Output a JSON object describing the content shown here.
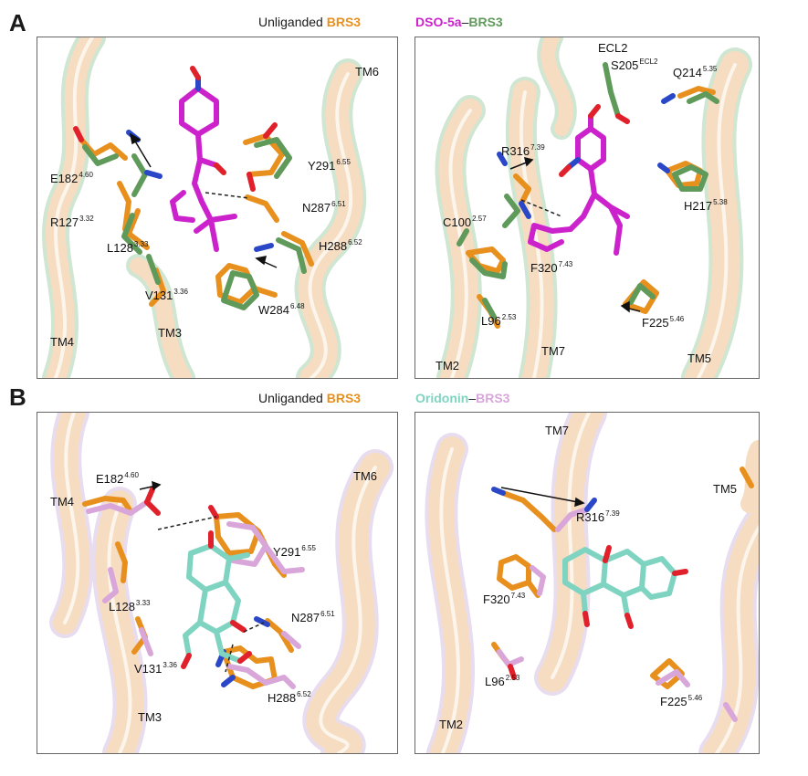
{
  "panels": {
    "A": {
      "letter": "A",
      "left": {
        "legend": {
          "part1": "Unliganded ",
          "part2": "BRS3"
        },
        "labels": {
          "tm6": {
            "text": "TM6",
            "sup": ""
          },
          "e182": {
            "text": "E182",
            "sup": "4.60"
          },
          "y291": {
            "text": "Y291",
            "sup": "6.55"
          },
          "r127": {
            "text": "R127",
            "sup": "3.32"
          },
          "n287": {
            "text": "N287",
            "sup": "6.51"
          },
          "l128": {
            "text": "L128",
            "sup": "3.33"
          },
          "h288": {
            "text": "H288",
            "sup": "6.52"
          },
          "v131": {
            "text": "V131",
            "sup": "3.36"
          },
          "w284": {
            "text": "W284",
            "sup": "6.48"
          },
          "tm4": {
            "text": "TM4",
            "sup": ""
          },
          "tm3": {
            "text": "TM3",
            "sup": ""
          }
        }
      },
      "right": {
        "legend": {
          "part1": "DSO-5a",
          "dash": "–",
          "part2": "BRS3"
        },
        "labels": {
          "ecl2": {
            "text": "ECL2",
            "sup": ""
          },
          "s205": {
            "text": "S205",
            "sup": "ECL2"
          },
          "q214": {
            "text": "Q214",
            "sup": "5.35"
          },
          "r316": {
            "text": "R316",
            "sup": "7.39"
          },
          "h217": {
            "text": "H217",
            "sup": "5.38"
          },
          "c100": {
            "text": "C100",
            "sup": "2.57"
          },
          "f320": {
            "text": "F320",
            "sup": "7.43"
          },
          "l96": {
            "text": "L96",
            "sup": "2.53"
          },
          "f225": {
            "text": "F225",
            "sup": "5.46"
          },
          "tm7": {
            "text": "TM7",
            "sup": ""
          },
          "tm2": {
            "text": "TM2",
            "sup": ""
          },
          "tm5": {
            "text": "TM5",
            "sup": ""
          }
        }
      }
    },
    "B": {
      "letter": "B",
      "left": {
        "legend": {
          "part1": "Unliganded ",
          "part2": "BRS3"
        },
        "labels": {
          "e182": {
            "text": "E182",
            "sup": "4.60"
          },
          "tm6": {
            "text": "TM6",
            "sup": ""
          },
          "tm4": {
            "text": "TM4",
            "sup": ""
          },
          "y291": {
            "text": "Y291",
            "sup": "6.55"
          },
          "l128": {
            "text": "L128",
            "sup": "3.33"
          },
          "n287": {
            "text": "N287",
            "sup": "6.51"
          },
          "v131": {
            "text": "V131",
            "sup": "3.36"
          },
          "h288": {
            "text": "H288",
            "sup": "6.52"
          },
          "tm3": {
            "text": "TM3",
            "sup": ""
          }
        }
      },
      "right": {
        "legend": {
          "part1": "Oridonin",
          "dash": "–",
          "part2": "BRS3"
        },
        "labels": {
          "tm7": {
            "text": "TM7",
            "sup": ""
          },
          "tm5": {
            "text": "TM5",
            "sup": ""
          },
          "r316": {
            "text": "R316",
            "sup": "7.39"
          },
          "f320": {
            "text": "F320",
            "sup": "7.43"
          },
          "l96": {
            "text": "L96",
            "sup": "2.53"
          },
          "f225": {
            "text": "F225",
            "sup": "5.46"
          },
          "tm2": {
            "text": "TM2",
            "sup": ""
          }
        }
      }
    }
  },
  "colors": {
    "unliganded": "#e8901e",
    "dso_complex": "#5f9a5a",
    "dso_ligand": "#cc22cc",
    "oridonin_ligand": "#7fd4c1",
    "oridonin_complex": "#d9a6da",
    "helix_peach": "#f6dcc0",
    "helix_green": "#cfe6d2",
    "helix_lilac": "#e8dcef",
    "nitrogen": "#2a47c8",
    "oxygen": "#e0202a"
  }
}
